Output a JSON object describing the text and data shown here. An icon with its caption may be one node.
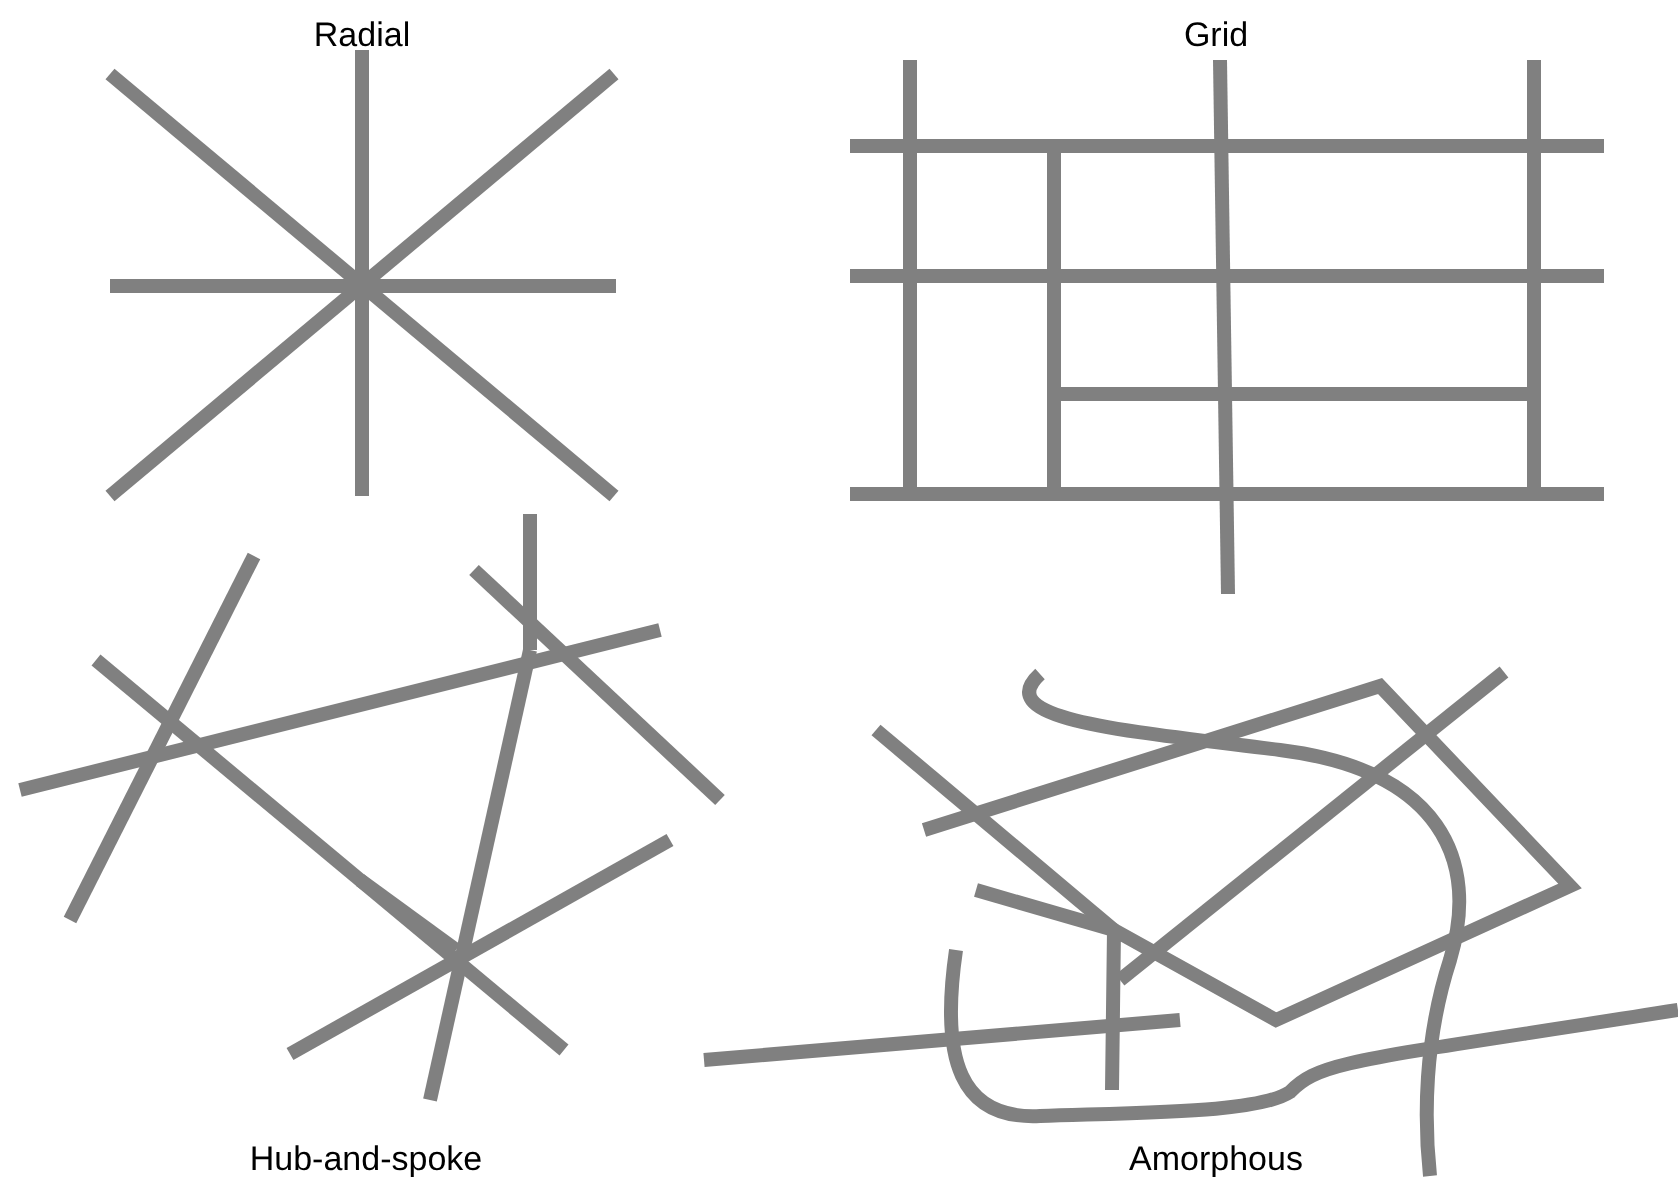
{
  "diagram": {
    "labels": [
      "Radial",
      "Grid",
      "Hub-and-spoke",
      "Amorphous"
    ]
  }
}
